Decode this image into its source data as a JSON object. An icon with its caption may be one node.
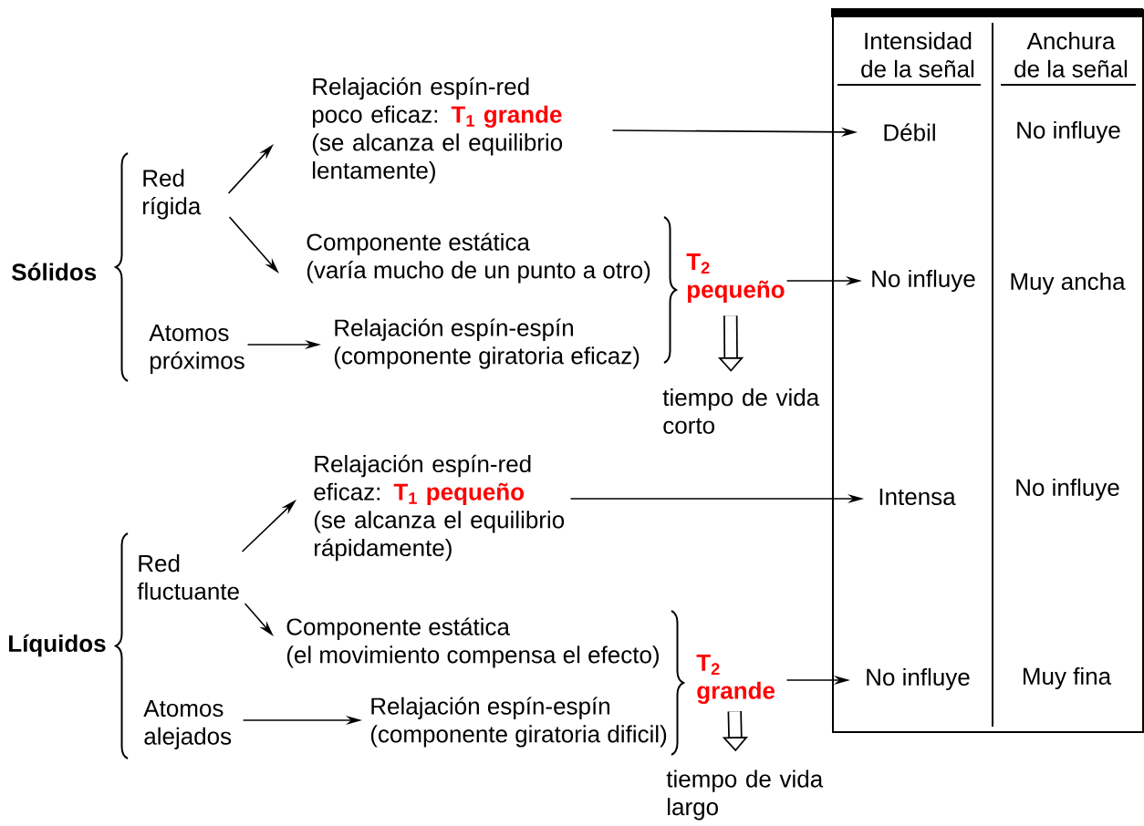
{
  "diagram": {
    "nodes": [
      {
        "text": [
          "Sólidos"
        ]
      },
      {
        "text": [
          "Red rígida"
        ]
      },
      {
        "text": [
          "Atomos próximos"
        ]
      },
      {
        "text": [
          "Relajación espín-red",
          "poco eficaz:",
          "T$_{1}$ grande",
          "(se alcanza el equilibrio lentamente)"
        ]
      },
      {
        "text": [
          "Componente estática",
          "(varía mucho de un punto a otro)"
        ]
      },
      {
        "text": [
          "Relajación espín-espín",
          "(componente giratoria eficaz)"
        ]
      },
      {
        "text": [
          "T$_{2}$ pequeño"
        ]
      },
      {
        "text": [
          "tiempo de vida corto"
        ]
      },
      {
        "text": [
          "Líquidos"
        ]
      },
      {
        "text": [
          "Red fluctuante"
        ]
      },
      {
        "text": [
          "Atomos alejados"
        ]
      },
      {
        "text": [
          "Relajación espín-red",
          "eficaz:",
          "T$_{1}$ pequeño",
          "(se alcanza el equilibrio rápidamente)"
        ]
      },
      {
        "text": [
          "Componente estática",
          "(el movimiento compensa el efecto)"
        ]
      },
      {
        "text": [
          "Relajación espín-espín",
          "(componente giratoria dificil)"
        ]
      },
      {
        "text": [
          "T$_{2}$ grande"
        ]
      },
      {
        "text": [
          "tiempo de vida largo"
        ]
      },
      {
        "text": [],
        "shape": "box"
      },
      {
        "text": [
          "Intensidad",
          "de la señal"
        ],
        "in": 16
      },
      {
        "text": [
          "Anchura",
          "de la señal"
        ],
        "in": 16
      },
      {
        "text": [
          "Débil"
        ],
        "in": 16
      },
      {
        "text": [
          "No influye"
        ],
        "in": 16
      },
      {
        "text": [
          "No influye"
        ],
        "in": 16
      },
      {
        "text": [
          "Muy ancha"
        ],
        "in": 16
      },
      {
        "text": [
          "Intensa"
        ],
        "in": 16
      },
      {
        "text": [
          "No influye"
        ],
        "in": 16
      },
      {
        "text": [
          "No influye"
        ],
        "in": 16
      },
      {
        "text": [
          "Muy fina"
        ],
        "in": 16
      }
    ],
    "edges": [
      {
        "from": 1,
        "to": 3,
        "arrow": "to"
      },
      {
        "from": 1,
        "to": 4,
        "arrow": "to"
      },
      {
        "from": 2,
        "to": 5,
        "arrow": "to"
      },
      {
        "from": 3,
        "to": 19,
        "arrow": "to"
      },
      {
        "from": 6,
        "to": 21,
        "arrow": "to"
      },
      {
        "from": 9,
        "to": 11,
        "arrow": "to"
      },
      {
        "from": 9,
        "to": 12,
        "arrow": "to"
      },
      {
        "from": 10,
        "to": 13,
        "arrow": "to"
      },
      {
        "from": 11,
        "to": 23,
        "arrow": "to"
      },
      {
        "from": 14,
        "to": 25,
        "arrow": "to"
      },
      {
        "from": 6,
        "to": 7,
        "arrow": "to",
        "style": "thick"
      },
      {
        "from": 14,
        "to": 15,
        "arrow": "to",
        "style": "thick"
      }
    ]
  }
}
